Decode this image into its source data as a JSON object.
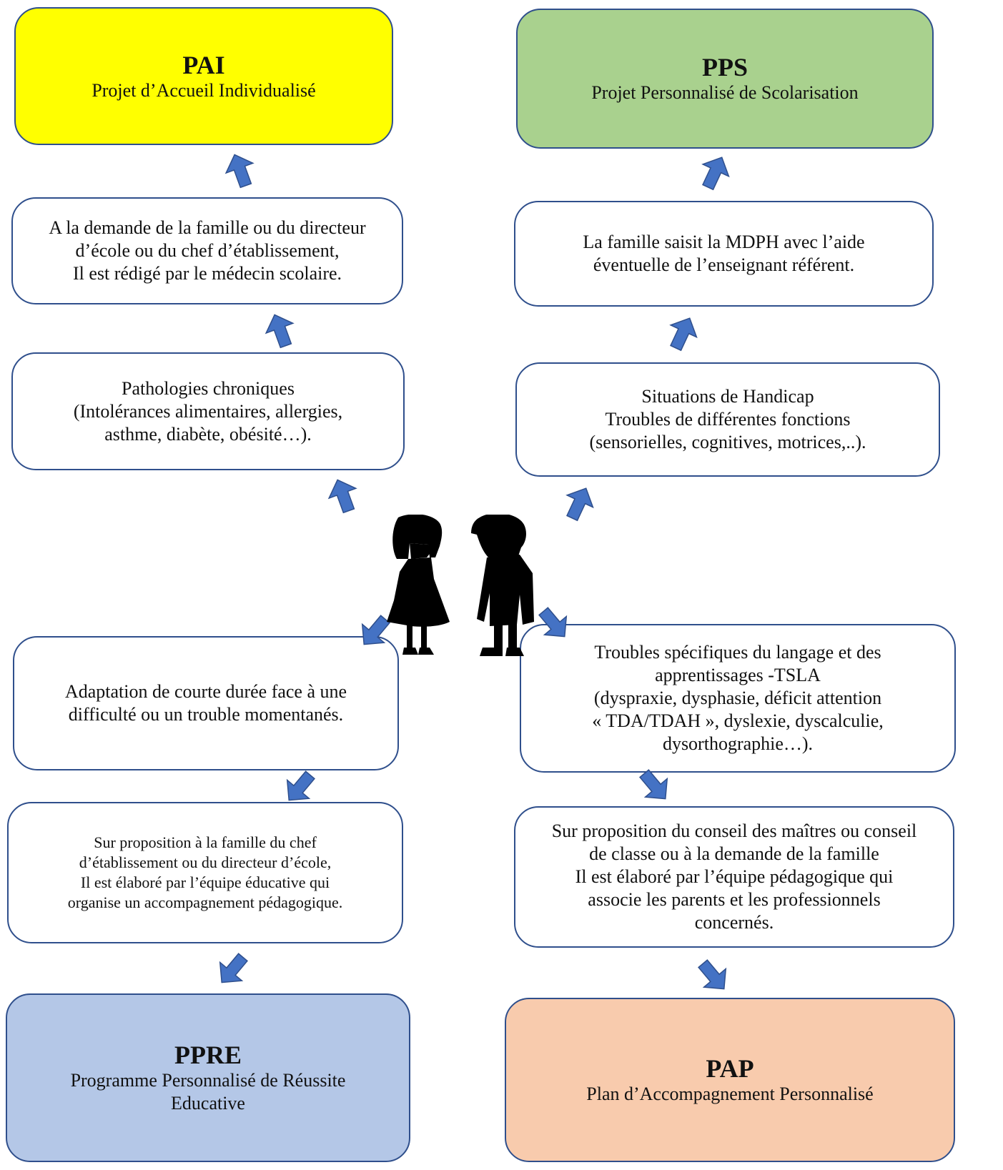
{
  "boxes": {
    "pai": {
      "title": "PAI",
      "subtitle": "Projet d’Accueil Individualisé",
      "fill": "#ffff00"
    },
    "pai_process": {
      "text": "A la demande de la famille ou du directeur\nd’école ou du chef d’établissement,\nIl est rédigé par le médecin scolaire."
    },
    "pai_condition": {
      "text": "Pathologies chroniques\n(Intolérances alimentaires, allergies,\nasthme, diabète, obésité…)."
    },
    "pps": {
      "title": "PPS",
      "subtitle": "Projet Personnalisé de Scolarisation",
      "fill": "#a9d18e"
    },
    "pps_process": {
      "text": "La famille saisit la MDPH avec l’aide\néventuelle de l’enseignant référent."
    },
    "pps_condition": {
      "text": "Situations de Handicap\nTroubles de différentes fonctions\n(sensorielles, cognitives, motrices,..)."
    },
    "ppre_condition": {
      "text": "Adaptation de courte durée face à une\ndifficulté ou un trouble momentanés."
    },
    "ppre_process": {
      "text": "Sur proposition à la famille du chef\nd’établissement ou du directeur d’école,\nIl est élaboré par l’équipe éducative qui\norganise un accompagnement pédagogique."
    },
    "ppre": {
      "title": "PPRE",
      "subtitle": "Programme Personnalisé de Réussite\nEducative",
      "fill": "#b4c7e7"
    },
    "pap_condition": {
      "text": "Troubles spécifiques du langage et des\napprentissages -TSLA\n(dyspraxie, dysphasie, déficit attention\n« TDA/TDAH », dyslexie, dyscalculie,\ndysorthographie…)."
    },
    "pap_process": {
      "text": "Sur proposition du conseil des maîtres ou conseil\nde classe ou à la demande de la famille\nIl est élaboré par l’équipe pédagogique qui\nassocie les parents et les professionnels\nconcernés."
    },
    "pap": {
      "title": "PAP",
      "subtitle": "Plan d’Accompagnement Personnalisé",
      "fill": "#f8cbad"
    }
  },
  "colors": {
    "border": "#2f4f8c",
    "arrow": "#4472c4",
    "silhouette": "#000000"
  },
  "icons": {
    "arrow": "arrow-icon",
    "children": "children-silhouette-icon"
  }
}
